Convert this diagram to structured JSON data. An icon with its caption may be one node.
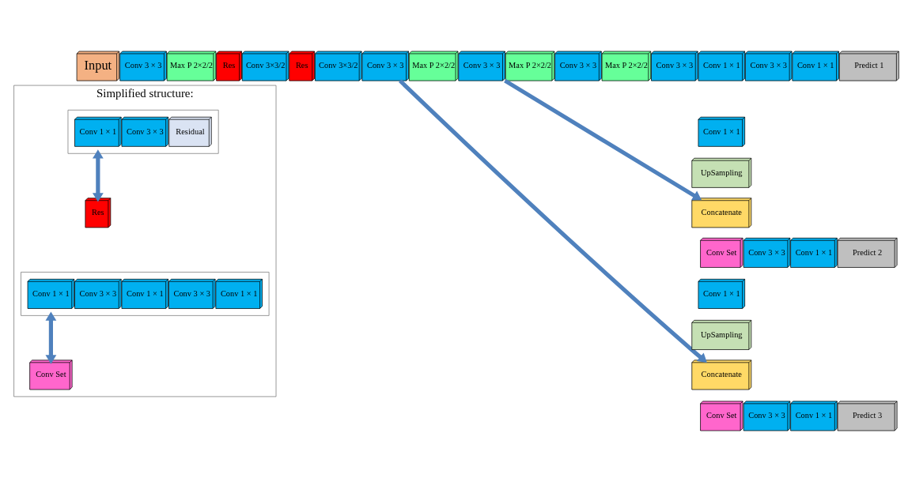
{
  "diagram": {
    "nodes": [
      {
        "text": [
          "Input"
        ]
      },
      {
        "text": [
          "Conv 3 × 3"
        ]
      },
      {
        "text": [
          "Max P 2×2/2"
        ]
      },
      {
        "text": [
          "Res"
        ]
      },
      {
        "text": [
          "Conv 3×3/2"
        ]
      },
      {
        "text": [
          "Res"
        ]
      },
      {
        "text": [
          "Conv 3×3/2"
        ]
      },
      {
        "text": [
          "Conv 3 × 3"
        ]
      },
      {
        "text": [
          "Max P 2×2/2"
        ]
      },
      {
        "text": [
          "Conv 3 × 3"
        ]
      },
      {
        "text": [
          "Max P 2×2/2"
        ]
      },
      {
        "text": [
          "Conv 3 × 3"
        ]
      },
      {
        "text": [
          "Max P 2×2/2"
        ]
      },
      {
        "text": [
          "Conv 3 × 3"
        ]
      },
      {
        "text": [
          "Conv 1 × 1"
        ]
      },
      {
        "text": [
          "Conv 3 × 3"
        ]
      },
      {
        "text": [
          "Conv 1 × 1"
        ]
      },
      {
        "text": [
          "Predict 1"
        ]
      },
      {
        "text": [
          "Conv 1 × 1"
        ]
      },
      {
        "text": [
          "UpSampling"
        ]
      },
      {
        "text": [
          "Concatenate"
        ]
      },
      {
        "text": [
          "Conv Set"
        ]
      },
      {
        "text": [
          "Conv 3 × 3"
        ]
      },
      {
        "text": [
          "Conv 1 × 1"
        ]
      },
      {
        "text": [
          "Predict 2"
        ]
      },
      {
        "text": [
          "Conv 1 × 1"
        ]
      },
      {
        "text": [
          "UpSampling"
        ]
      },
      {
        "text": [
          "Concatenate"
        ]
      },
      {
        "text": [
          "Conv Set"
        ]
      },
      {
        "text": [
          "Conv 3 × 3"
        ]
      },
      {
        "text": [
          "Conv 1 × 1"
        ]
      },
      {
        "text": [
          "Predict 3"
        ]
      },
      {
        "text": [
          "Simplified structure:"
        ]
      },
      {
        "text": [],
        "shape": "box",
        "in": 32
      },
      {
        "text": [
          "Conv 1 × 1"
        ],
        "in": 33
      },
      {
        "text": [
          "Conv 3 × 3"
        ],
        "in": 33
      },
      {
        "text": [
          "Residual"
        ],
        "in": 33
      },
      {
        "text": [
          "Res"
        ],
        "in": 32
      },
      {
        "text": [],
        "shape": "box",
        "in": 32
      },
      {
        "text": [
          "Conv 1 × 1"
        ],
        "in": 38
      },
      {
        "text": [
          "Conv 3 × 3"
        ],
        "in": 38
      },
      {
        "text": [
          "Conv 1 × 1"
        ],
        "in": 38
      },
      {
        "text": [
          "Conv 3 × 3"
        ],
        "in": 38
      },
      {
        "text": [
          "Conv 1 × 1"
        ],
        "in": 38
      },
      {
        "text": [
          "Conv Set"
        ],
        "in": 32
      }
    ],
    "edges": [
      {
        "from": 9,
        "to": 20,
        "arrow": "to"
      },
      {
        "from": 7,
        "to": 27,
        "arrow": "to"
      },
      {
        "from": 33,
        "to": 37,
        "arrow": "both"
      },
      {
        "from": 38,
        "to": 44,
        "arrow": "both"
      }
    ]
  }
}
